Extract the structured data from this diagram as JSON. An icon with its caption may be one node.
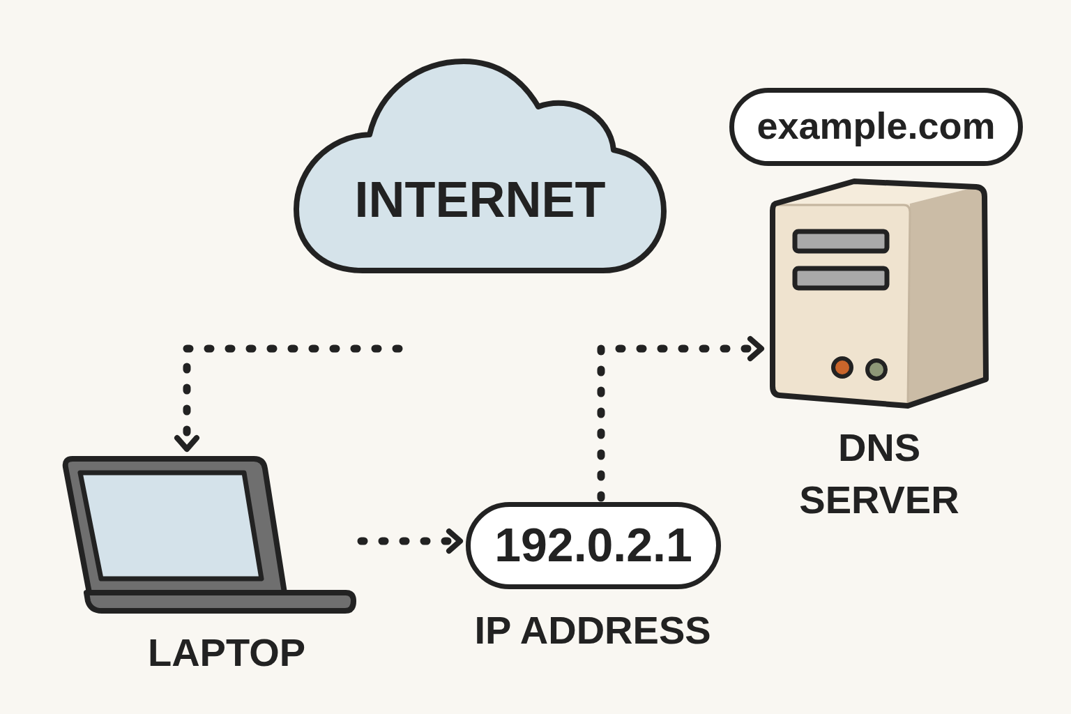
{
  "diagram": {
    "nodes": [
      {
        "text": [
          "INTERNET"
        ]
      },
      {
        "text": [
          "example.com"
        ]
      },
      {
        "text": [],
        "shape": "picture",
        "beside": [
          "DNS SERVER"
        ]
      },
      {
        "text": [],
        "shape": "picture",
        "beside": [
          "LAPTOP"
        ]
      },
      {
        "text": [
          "192.0.2.1"
        ],
        "beside": [
          "IP ADDRESS"
        ]
      }
    ],
    "edges": [
      {
        "from": null,
        "to": 3,
        "arrow": "to",
        "style": "dashed"
      },
      {
        "from": 3,
        "to": 4,
        "arrow": "to",
        "style": "dashed"
      },
      {
        "from": 4,
        "to": 2,
        "arrow": "to",
        "style": "dashed"
      }
    ]
  }
}
